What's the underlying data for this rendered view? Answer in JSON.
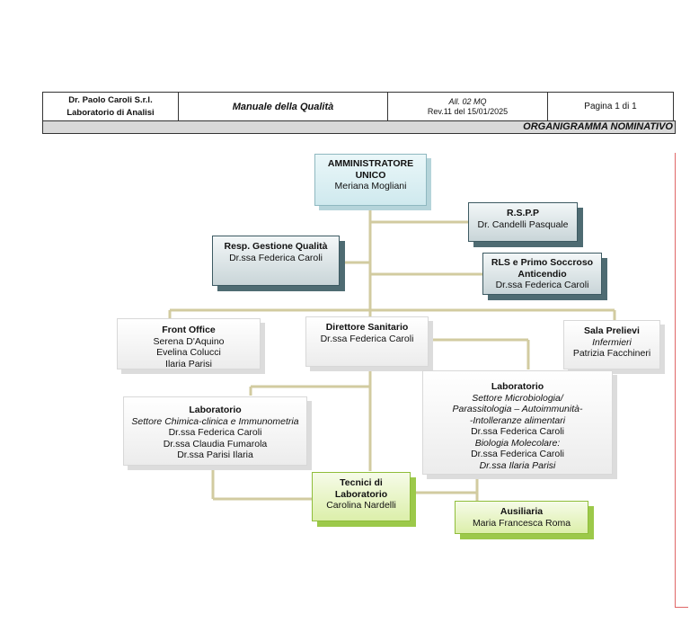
{
  "header": {
    "company_line1": "Dr. Paolo Caroli S.r.l.",
    "company_line2": "Laboratorio di Analisi",
    "manual_title": "Manuale della Qualità",
    "doc_ref": "All. 02 MQ",
    "revision": "Rev.11 del 15/01/2025",
    "page": "Pagina 1 di 1",
    "section_title": "ORGANIGRAMMA NOMINATIVO"
  },
  "chart": {
    "admin": {
      "title_1": "AMMINISTRATORE",
      "title_2": "UNICO",
      "name": "Meriana Mogliani"
    },
    "rspp": {
      "title": "R.S.P.P",
      "name": "Dr. Candelli Pasquale"
    },
    "quality": {
      "title": "Resp. Gestione Qualità",
      "name": "Dr.ssa Federica Caroli"
    },
    "rls": {
      "title_1": "RLS e Primo Soccroso",
      "title_2": "Anticendio",
      "name": "Dr.ssa Federica Caroli"
    },
    "front_office": {
      "title": "Front Office",
      "members": [
        "Serena D'Aquino",
        "Evelina Colucci",
        "Ilaria Parisi"
      ]
    },
    "director": {
      "title": "Direttore Sanitario",
      "name": "Dr.ssa Federica Caroli"
    },
    "sala": {
      "title": "Sala Prelievi",
      "role": "Infermieri",
      "name": "Patrizia Facchineri"
    },
    "lab_chem": {
      "title": "Laboratorio",
      "sector": "Settore Chimica-clinica e Immunometria",
      "members": [
        "Dr.ssa Federica Caroli",
        "Dr.ssa Claudia Fumarola",
        "Dr.ssa Parisi Ilaria"
      ]
    },
    "lab_micro": {
      "title": "Laboratorio",
      "sector_1": "Settore Microbiologia/",
      "sector_2": "Parassitologia – Autoimmunità-",
      "sector_3": "-Intolleranze alimentari",
      "name_1": "Dr.ssa Federica Caroli",
      "sub_sector": "Biologia Molecolare:",
      "name_2": "Dr.ssa Federica Caroli",
      "name_3": "Dr.ssa Ilaria Parisi"
    },
    "tecnici": {
      "title_1": "Tecnici di",
      "title_2": "Laboratorio",
      "name": "Carolina Nardelli"
    },
    "ausiliaria": {
      "title": "Ausiliaria",
      "name": "Maria Francesca Roma"
    }
  },
  "colors": {
    "connector": "#d2cba0",
    "teal_box": "#cfe9ee",
    "green_box": "#dcefaa"
  }
}
